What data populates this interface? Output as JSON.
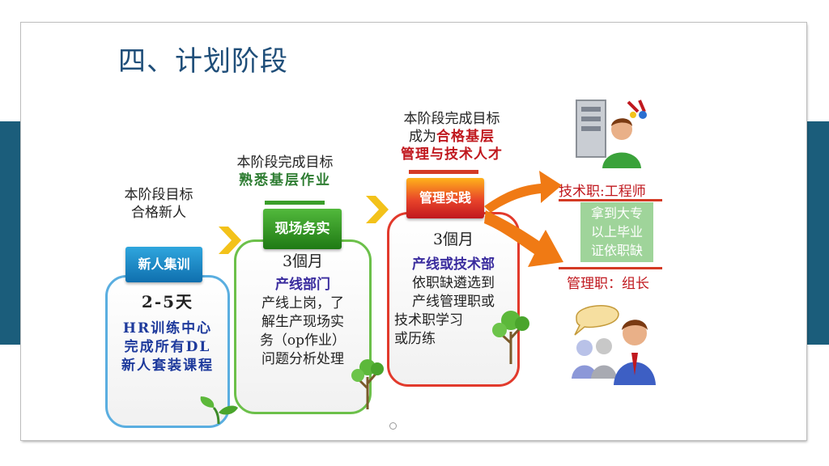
{
  "title": "四、计划阶段",
  "stages": {
    "s1": {
      "goal_lines": [
        "本阶段目标",
        "合格新人"
      ],
      "header": "新人集训",
      "duration": "2-5天",
      "body_lines": [
        "HR训练中心",
        "完成所有DL",
        "新人套装课程"
      ]
    },
    "s2": {
      "goal_line1": "本阶段完成目标",
      "goal_line2": "熟悉基层作业",
      "header": "现场务实",
      "duration": "3個月",
      "sub_title": "产线部门",
      "body_lines": [
        "产线上岗，了",
        "解生产现场实",
        "务（op作业）",
        "问题分析处理"
      ]
    },
    "s3": {
      "goal_line1": "本阶段完成目标",
      "goal_line2_prefix": "成为",
      "goal_line2_highlight": "合格基层",
      "goal_line3": "管理与技术人才",
      "header": "管理实践",
      "duration": "3個月",
      "sub_title": "产线或技术部",
      "body_lines": [
        "依职缺遴选到",
        "产线管理职或",
        "技术职学习",
        "或历练"
      ]
    }
  },
  "roles": {
    "tech": "技术职:工程师",
    "mgmt": "管理职：组长",
    "requirement_lines": [
      "拿到大专",
      "以上毕业",
      "证依职缺"
    ]
  },
  "colors": {
    "title": "#1f4e79",
    "band": "#1b5d7b",
    "stage1_border": "#5aaee0",
    "stage2_border": "#6cc04a",
    "stage3_border": "#e23a2c",
    "header_blue": "#1a8bc4",
    "header_green": "#3a9e2a",
    "header_red": "#e8442a",
    "arrow_orange": "#f07a14"
  }
}
